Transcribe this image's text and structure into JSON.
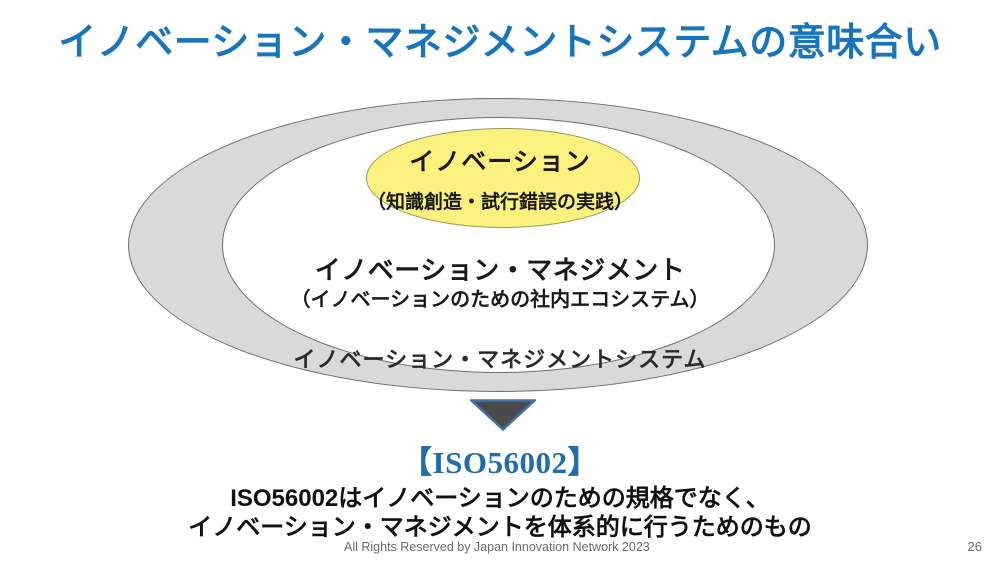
{
  "slide": {
    "title": "イノベーション・マネジメントシステムの意味合い",
    "title_color": "#1874bc",
    "background_color": "#ffffff"
  },
  "diagram": {
    "type": "concentric-ellipses",
    "rings": [
      {
        "id": "outer",
        "label": "イノベーション・マネジメントシステム",
        "fill_color": "#d9d9d9",
        "border_color": "#6e6e6e"
      },
      {
        "id": "middle",
        "label": "イノベーション・マネジメント",
        "sublabel": "（イノベーションのための社内エコシステム）",
        "fill_color": "#ffffff",
        "border_color": "#6e6e6e"
      },
      {
        "id": "inner",
        "label": "イノベーション",
        "sublabel": "（知識創造・試行錯誤の実践）",
        "fill_color": "#fbf17e",
        "border_color": "#9a9a55"
      }
    ],
    "arrow": {
      "direction": "down",
      "fill_color": "#4a4a4a",
      "border_color": "#4472a8"
    }
  },
  "conclusion": {
    "heading": "【ISO56002】",
    "heading_color": "#1f6eab",
    "lines": [
      "ISO56002はイノベーションのための規格でなく、",
      "イノベーション・マネジメントを体系的に行うためのもの"
    ]
  },
  "footer": {
    "copyright": "All Rights Reserved by Japan Innovation Network 2023",
    "page_number": "26"
  }
}
